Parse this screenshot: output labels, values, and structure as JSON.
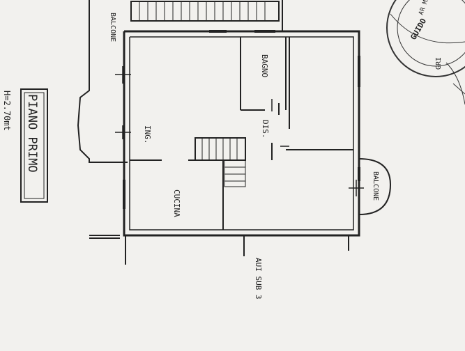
{
  "plan": {
    "title": "PIANO PRIMO",
    "height_note": "H=2.70mt",
    "rooms": {
      "balcone_top": "BALCONE",
      "bagno": "BAGNO",
      "disimpegno": "DIS.",
      "ingresso": "ING.",
      "cucina": "CUCINA",
      "balcone_right": "BALCONE"
    },
    "adjacent_unit": "AUI SUB 3",
    "stamp_text": "GUIDO",
    "stamp_fragment": "GRI",
    "stamp_letters": "AR MI"
  },
  "colors": {
    "paper": "#f2f1ee",
    "ink": "#222222"
  }
}
